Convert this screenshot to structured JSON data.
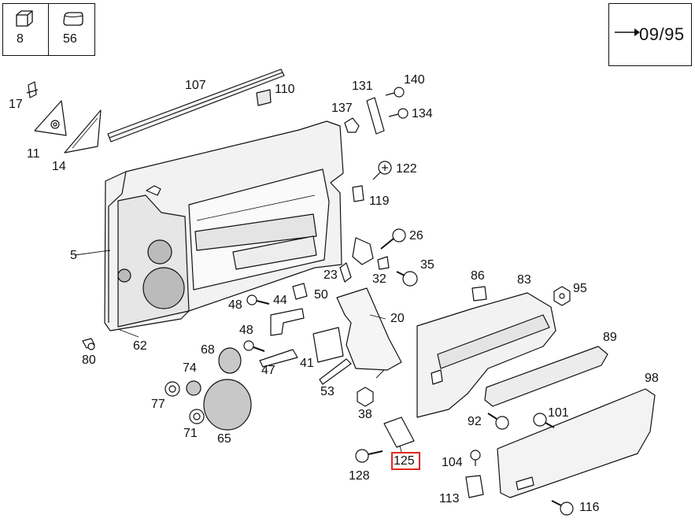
{
  "legend": {
    "items": [
      {
        "label": "8",
        "icon": "cube-part-icon"
      },
      {
        "label": "56",
        "icon": "cushion-part-icon"
      }
    ]
  },
  "version": {
    "text": "09/95"
  },
  "parts": {
    "p107": "107",
    "p110": "110",
    "p17": "17",
    "p11": "11",
    "p14": "14",
    "p131": "131",
    "p140": "140",
    "p137": "137",
    "p134": "134",
    "p122": "122",
    "p119": "119",
    "p26": "26",
    "p5": "5",
    "p35": "35",
    "p23": "23",
    "p32": "32",
    "p86": "86",
    "p83": "83",
    "p95": "95",
    "p48a": "48",
    "p44": "44",
    "p50": "50",
    "p20": "20",
    "p48b": "48",
    "p80": "80",
    "p62": "62",
    "p68": "68",
    "p47": "47",
    "p41": "41",
    "p89": "89",
    "p74": "74",
    "p77": "77",
    "p53": "53",
    "p98": "98",
    "p38": "38",
    "p92": "92",
    "p101": "101",
    "p71": "71",
    "p65": "65",
    "p125": "125",
    "p104": "104",
    "p128": "128",
    "p113": "113",
    "p116": "116"
  },
  "highlight": {
    "part": "125",
    "color": "#e0281e"
  }
}
